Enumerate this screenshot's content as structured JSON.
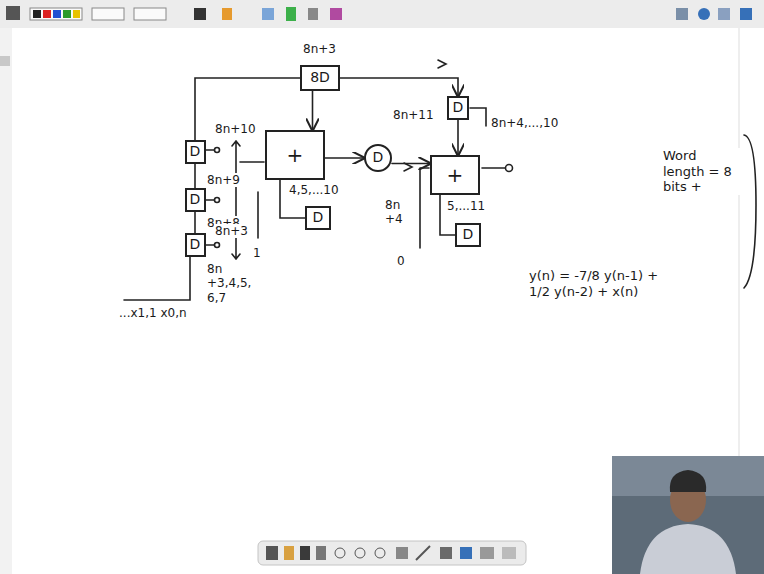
{
  "diagram": {
    "nodes": [
      {
        "text": [
          "8D"
        ]
      },
      {
        "text": [
          "D"
        ]
      },
      {
        "text": [
          "D"
        ]
      },
      {
        "text": [
          "D"
        ]
      },
      {
        "text": [
          "+"
        ]
      },
      {
        "text": [
          "D"
        ]
      },
      {
        "text": [
          "D"
        ]
      },
      {
        "text": [
          "D"
        ]
      },
      {
        "text": [
          "+"
        ]
      },
      {
        "text": [
          "D"
        ]
      }
    ],
    "edges": [
      {
        "from": 0,
        "to": 7,
        "arrow": "to"
      },
      {
        "from": 4,
        "to": 6,
        "arrow": "to"
      },
      {
        "from": 6,
        "to": 8,
        "arrow": "to"
      },
      {
        "from": 3,
        "to": 2,
        "arrow": "none"
      },
      {
        "from": 2,
        "to": 1,
        "arrow": "none"
      },
      {
        "from": 1,
        "to": 0,
        "arrow": "none"
      },
      {
        "from": 0,
        "to": 4,
        "arrow": "to"
      },
      {
        "from": 5,
        "to": 4,
        "arrow": "none"
      },
      {
        "from": 9,
        "to": 8,
        "arrow": "none"
      },
      {
        "from": 7,
        "to": 8,
        "arrow": "to"
      }
    ],
    "labels": [
      "8n+3",
      "8n+10",
      "8n+9",
      "8n+8",
      "8n +3,4,5, 6,7",
      "...x1,1 x0,n",
      "8n+3",
      "4,5,...10",
      "1",
      "8n+11",
      "8n+4,...,10",
      "8n +4",
      "0",
      "5,...11",
      "Word length = 8 bits +",
      "y(n) = -7/8 y(n-1) + 1/2 y(n-2) + x(n)"
    ]
  }
}
